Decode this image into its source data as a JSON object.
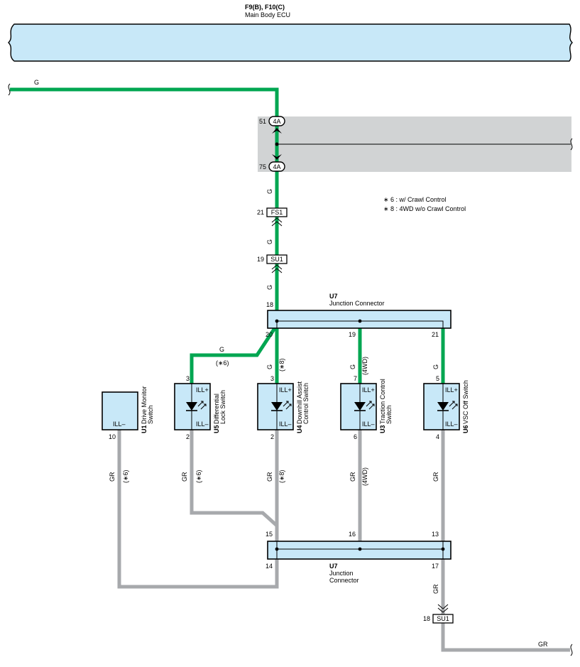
{
  "ecu": {
    "title": "F9(B), F10(C)",
    "name": "Main Body ECU"
  },
  "wire_colors": {
    "green": "G",
    "gray": "GR"
  },
  "accent_colors": {
    "green_wire": "#00a651",
    "gray_wire": "#a7a9ac",
    "component_fill": "#c8e8f8",
    "block_gray": "#d1d3d4"
  },
  "connectors": {
    "c4a_top": {
      "pin": "51",
      "label": "4A"
    },
    "c4a_bottom": {
      "pin": "75",
      "label": "4A"
    },
    "fs1": {
      "pin": "21",
      "label": "FS1"
    },
    "su1_top": {
      "pin": "19",
      "label": "SU1"
    },
    "su1_bottom": {
      "pin": "18",
      "label": "SU1"
    }
  },
  "notes": [
    "∗ 6 : w/ Crawl Control",
    "∗ 8 : 4WD w/o Crawl Control"
  ],
  "junction_top": {
    "id": "U7",
    "name": "Junction Connector",
    "pins": [
      "18",
      "20",
      "19",
      "21"
    ]
  },
  "junction_bottom": {
    "id": "U7",
    "name_line1": "Junction",
    "name_line2": "Connector",
    "pins": [
      "15",
      "16",
      "13",
      "14",
      "17"
    ]
  },
  "switches": [
    {
      "id": "U1",
      "name_line1": "Drive Monitor",
      "name_line2": "Switch",
      "top_label": "",
      "bottom_label": "ILL–",
      "top_pin": "",
      "bottom_pin": "10"
    },
    {
      "id": "U5",
      "name_line1": "Differential",
      "name_line2": "Lock Switch",
      "top_label": "ILL+",
      "bottom_label": "ILL–",
      "top_pin": "3",
      "bottom_pin": "2"
    },
    {
      "id": "U4",
      "name_line1": "Downhill Assist",
      "name_line2": "Control Switch",
      "top_label": "ILL+",
      "bottom_label": "ILL–",
      "top_pin": "3",
      "bottom_pin": "2"
    },
    {
      "id": "U3",
      "name_line1": "Traction Control",
      "name_line2": "Switch",
      "top_label": "ILL+",
      "bottom_label": "ILL–",
      "top_pin": "7",
      "bottom_pin": "6"
    },
    {
      "id": "U6",
      "name_line1": "VSC Off Switch",
      "name_line2": "",
      "top_label": "ILL+",
      "bottom_label": "ILL–",
      "top_pin": "5",
      "bottom_pin": "4"
    }
  ],
  "wire_notes": {
    "star6": "(∗6)",
    "star8": "(∗8)",
    "fwd": "(4WD)"
  }
}
